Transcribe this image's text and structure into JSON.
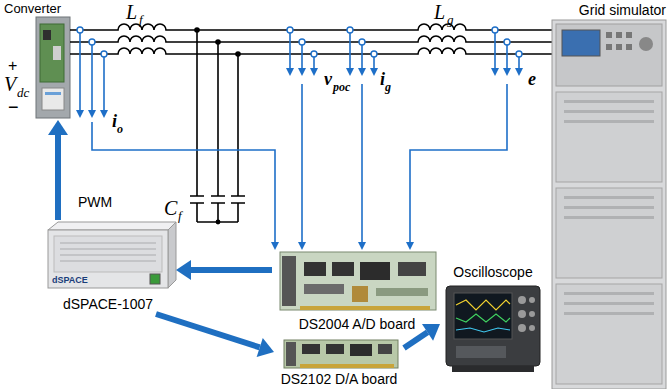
{
  "diagram": {
    "nodes": [
      {
        "text": [
          "Converter"
        ]
      },
      {
        "text": [
          "Grid simulator"
        ]
      },
      {
        "text": [
          "dSPACE",
          "dSPACE-1007"
        ]
      },
      {
        "text": [
          "DS2004 A/D board"
        ]
      },
      {
        "text": [
          "Oscilloscope"
        ]
      },
      {
        "text": [
          "DS2102 D/A board"
        ]
      }
    ],
    "edges": [
      {
        "from": 2,
        "to": 0,
        "arrow": "to",
        "label": "PWM"
      },
      {
        "from": 3,
        "to": 2,
        "arrow": "to"
      },
      {
        "from": 2,
        "to": 5,
        "arrow": "to"
      },
      {
        "from": 5,
        "to": 4,
        "arrow": "to"
      }
    ],
    "labels": [
      "L",
      "f",
      "L",
      "g",
      "+",
      "V",
      "dc",
      "−",
      "v",
      "poc",
      "i",
      "o",
      "i",
      "g",
      "e",
      "C",
      "f"
    ]
  }
}
